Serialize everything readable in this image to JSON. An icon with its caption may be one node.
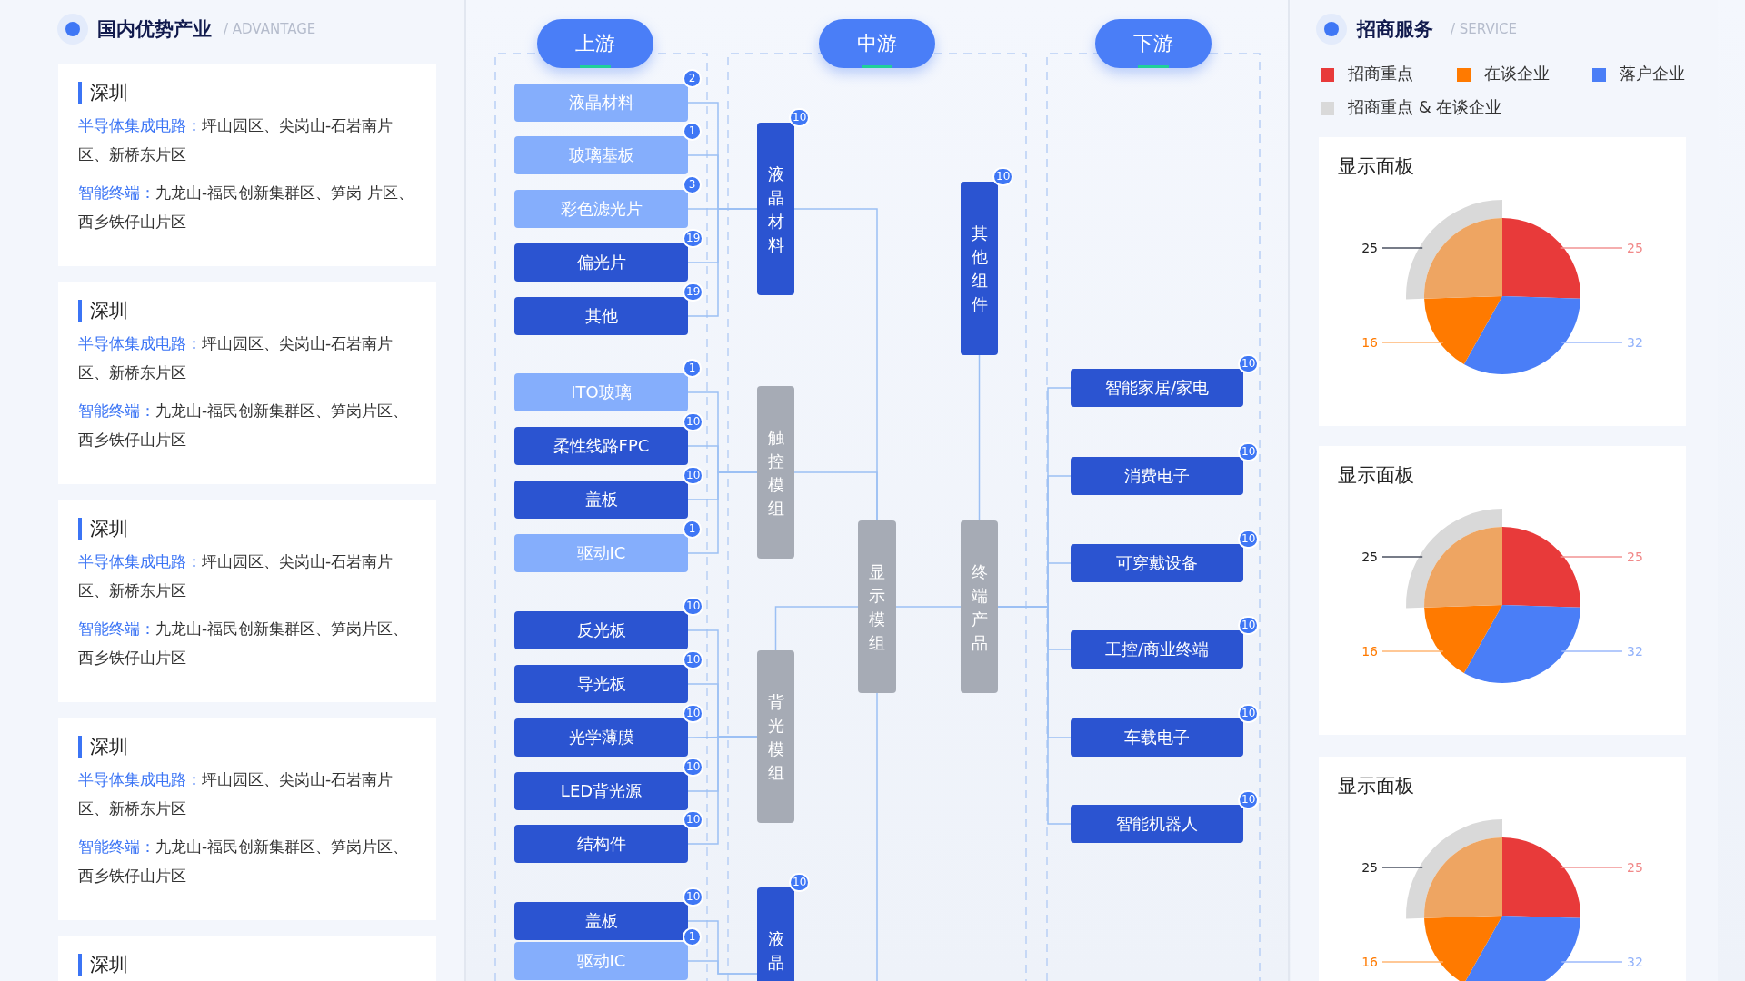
{
  "diagram": {
    "nodes": [
      {
        "text": [
          "深圳",
          "半导体集成电路：",
          "坪山园区、尖岗山-石岩南片区、新桥东片区",
          "智能终端：",
          "九龙山-福民创新集群区、笋岗 片区、西乡铁仔山片区"
        ]
      },
      {
        "text": [
          "深圳",
          "半导体集成电路：",
          "坪山园区、尖岗山-石岩南片区、新桥东片区",
          "智能终端：",
          "九龙山-福民创新集群区、笋岗片区、西乡铁仔山片区"
        ]
      },
      {
        "text": [
          "深圳",
          "半导体集成电路：",
          "坪山园区、尖岗山-石岩南片区、新桥东片区",
          "智能终端：",
          "九龙山-福民创新集群区、笋岗片区、西乡铁仔山片区"
        ]
      },
      {
        "text": [
          "深圳",
          "半导体集成电路：",
          "坪山园区、尖岗山-石岩南片区、新桥东片区",
          "智能终端：",
          "九龙山-福民创新集群区、笋岗片区、西乡铁仔山片区"
        ]
      },
      {
        "text": [
          "深圳"
        ]
      },
      {
        "text": [
          "上游"
        ]
      },
      {
        "text": [
          "中游"
        ]
      },
      {
        "text": [
          "下游"
        ]
      },
      {
        "text": [
          "液晶材料"
        ],
        "beside": [
          "2"
        ]
      },
      {
        "text": [
          "玻璃基板"
        ],
        "beside": [
          "1"
        ]
      },
      {
        "text": [
          "彩色滤光片"
        ],
        "beside": [
          "3"
        ]
      },
      {
        "text": [
          "偏光片"
        ],
        "beside": [
          "19"
        ]
      },
      {
        "text": [
          "其他"
        ],
        "beside": [
          "19"
        ]
      },
      {
        "text": [
          "ITO玻璃"
        ],
        "beside": [
          "1"
        ]
      },
      {
        "text": [
          "柔性线路FPC"
        ],
        "beside": [
          "10"
        ]
      },
      {
        "text": [
          "盖板"
        ],
        "beside": [
          "10"
        ]
      },
      {
        "text": [
          "驱动IC"
        ],
        "beside": [
          "1"
        ]
      },
      {
        "text": [
          "反光板"
        ],
        "beside": [
          "10"
        ]
      },
      {
        "text": [
          "导光板"
        ],
        "beside": [
          "10"
        ]
      },
      {
        "text": [
          "光学薄膜"
        ],
        "beside": [
          "10"
        ]
      },
      {
        "text": [
          "LED背光源"
        ],
        "beside": [
          "10"
        ]
      },
      {
        "text": [
          "结构件"
        ],
        "beside": [
          "10"
        ]
      },
      {
        "text": [
          "盖板"
        ],
        "beside": [
          "10"
        ]
      },
      {
        "text": [
          "驱动IC"
        ],
        "beside": [
          "1"
        ]
      },
      {
        "text": [
          "液晶材料"
        ],
        "beside": [
          "10"
        ]
      },
      {
        "text": [
          "触控模组"
        ]
      },
      {
        "text": [
          "背光模组"
        ]
      },
      {
        "text": [
          "液晶"
        ],
        "beside": [
          "10"
        ]
      },
      {
        "text": [
          "显示模组"
        ]
      },
      {
        "text": [
          "其他组件"
        ],
        "beside": [
          "10"
        ]
      },
      {
        "text": [
          "终端产品"
        ]
      },
      {
        "text": [
          "智能家居/家电"
        ],
        "beside": [
          "10"
        ]
      },
      {
        "text": [
          "消费电子"
        ],
        "beside": [
          "10"
        ]
      },
      {
        "text": [
          "可穿戴设备"
        ],
        "beside": [
          "10"
        ]
      },
      {
        "text": [
          "工控/商业终端"
        ],
        "beside": [
          "10"
        ]
      },
      {
        "text": [
          "车载电子"
        ],
        "beside": [
          "10"
        ]
      },
      {
        "text": [
          "智能机器人"
        ],
        "beside": [
          "10"
        ]
      }
    ],
    "edges": [
      {
        "from": 8,
        "to": 24,
        "arrow": "none"
      },
      {
        "from": 9,
        "to": 24,
        "arrow": "none"
      },
      {
        "from": 10,
        "to": 24,
        "arrow": "none"
      },
      {
        "from": 11,
        "to": 24,
        "arrow": "none"
      },
      {
        "from": 12,
        "to": 24,
        "arrow": "none"
      },
      {
        "from": 13,
        "to": 25,
        "arrow": "none"
      },
      {
        "from": 14,
        "to": 25,
        "arrow": "none"
      },
      {
        "from": 15,
        "to": 25,
        "arrow": "none"
      },
      {
        "from": 16,
        "to": 25,
        "arrow": "none"
      },
      {
        "from": 17,
        "to": 26,
        "arrow": "none"
      },
      {
        "from": 18,
        "to": 26,
        "arrow": "none"
      },
      {
        "from": 19,
        "to": 26,
        "arrow": "none"
      },
      {
        "from": 20,
        "to": 26,
        "arrow": "none"
      },
      {
        "from": 21,
        "to": 26,
        "arrow": "none"
      },
      {
        "from": 22,
        "to": 27,
        "arrow": "none"
      },
      {
        "from": 23,
        "to": 27,
        "arrow": "none"
      },
      {
        "from": 24,
        "to": 28,
        "arrow": "none"
      },
      {
        "from": 25,
        "to": 28,
        "arrow": "none"
      },
      {
        "from": 26,
        "to": 28,
        "arrow": "none"
      },
      {
        "from": 28,
        "to": null,
        "arrow": "none"
      },
      {
        "from": 28,
        "to": 30,
        "arrow": "none"
      },
      {
        "from": 29,
        "to": 30,
        "arrow": "none"
      },
      {
        "from": 30,
        "to": 31,
        "arrow": "none"
      },
      {
        "from": 30,
        "to": 32,
        "arrow": "none"
      },
      {
        "from": 30,
        "to": 33,
        "arrow": "none"
      },
      {
        "from": 30,
        "to": 34,
        "arrow": "none"
      },
      {
        "from": 30,
        "to": 35,
        "arrow": "none"
      },
      {
        "from": 30,
        "to": 36,
        "arrow": "none"
      }
    ],
    "labels": [
      "国内优势产业",
      "/ ADVANTAGE",
      "招商服务",
      "/ SERVICE"
    ],
    "legend": [
      {
        "text": "招商重点",
        "color": "#e83a3a"
      },
      {
        "text": "在谈企业",
        "color": "#ff7a00"
      },
      {
        "text": "落户企业",
        "color": "#4a7ef7"
      },
      {
        "text": "招商重点 & 在谈企业",
        "color": "#d9d9d9"
      }
    ],
    "chart_data": [
      {
        "type": "pie",
        "title": "显示面板",
        "values": [
          25,
          32,
          16,
          25
        ],
        "data_labels": true
      },
      {
        "type": "pie",
        "title": "显示面板",
        "values": [
          25,
          32,
          16,
          25
        ],
        "data_labels": true
      },
      {
        "type": "pie",
        "title": "显示面板",
        "values": [
          25,
          32,
          16,
          25
        ],
        "data_labels": true
      }
    ]
  }
}
